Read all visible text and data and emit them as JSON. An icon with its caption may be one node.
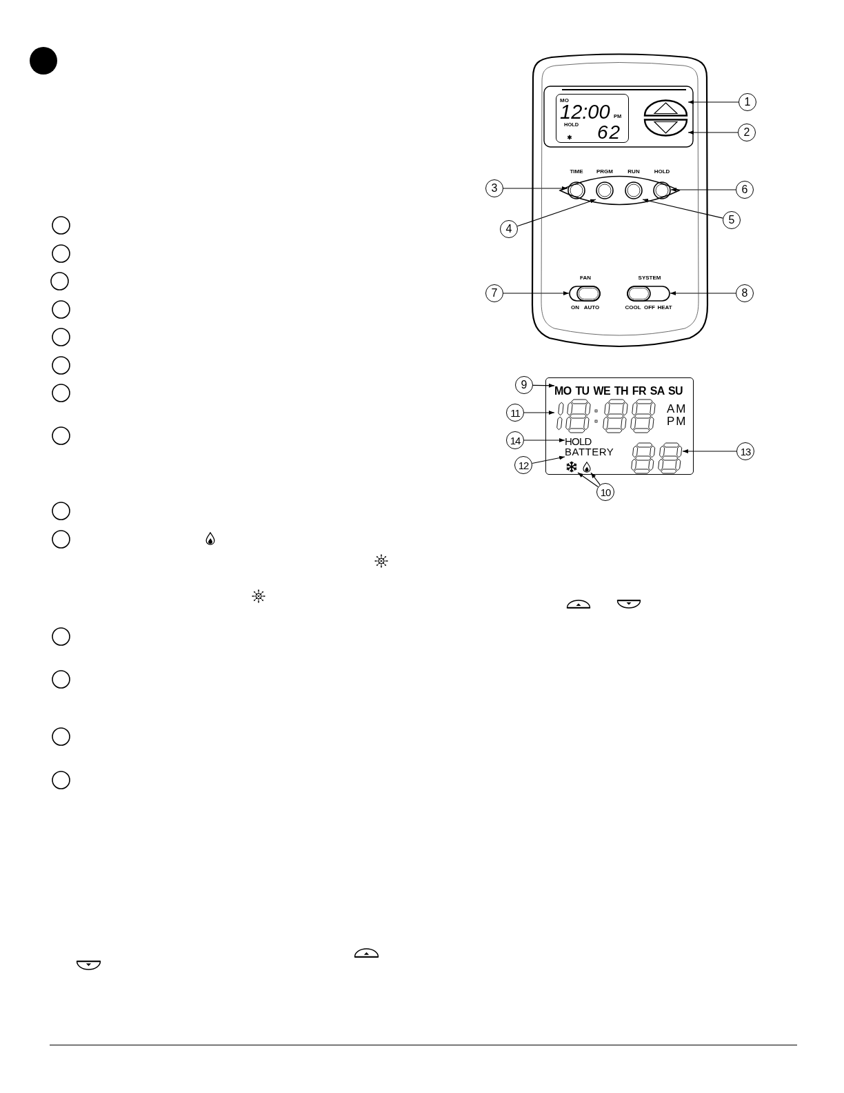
{
  "diagram": {
    "nodes": [
      {
        "text": [],
        "shape": "dot"
      },
      {
        "text": [
          "TIME",
          "PRGM",
          "RUN",
          "HOLD",
          "FAN",
          "ON",
          "AUTO",
          "SYSTEM",
          "COOL",
          "OFF",
          "HEAT"
        ]
      },
      {
        "text": [
          "MO",
          "12:00",
          "PM",
          "HOLD",
          "62"
        ],
        "in": 1
      },
      {
        "text": [],
        "shape": "button",
        "in": 1
      },
      {
        "text": [],
        "shape": "button",
        "in": 1
      },
      {
        "text": [],
        "shape": "circle",
        "in": 1
      },
      {
        "text": [],
        "shape": "circle",
        "in": 1
      },
      {
        "text": [],
        "shape": "circle",
        "in": 1
      },
      {
        "text": [],
        "shape": "circle",
        "in": 1
      },
      {
        "text": [],
        "shape": "switch",
        "in": 1
      },
      {
        "text": [],
        "shape": "switch",
        "in": 1
      },
      {
        "text": [
          "1"
        ]
      },
      {
        "text": [
          "2"
        ]
      },
      {
        "text": [
          "3"
        ]
      },
      {
        "text": [
          "4"
        ]
      },
      {
        "text": [
          "5"
        ]
      },
      {
        "text": [
          "6"
        ]
      },
      {
        "text": [
          "7"
        ]
      },
      {
        "text": [
          "8"
        ]
      },
      {
        "text": [
          "AM",
          "PM"
        ]
      },
      {
        "text": [
          "MO TU WE TH FR SA SU"
        ],
        "in": 19
      },
      {
        "text": [],
        "shape": "digits",
        "in": 19
      },
      {
        "text": [
          "HOLD"
        ],
        "in": 19
      },
      {
        "text": [
          "BATTERY"
        ],
        "in": 19
      },
      {
        "text": [],
        "shape": "digits",
        "in": 19
      },
      {
        "text": [],
        "shape": "snowflake",
        "in": 19
      },
      {
        "text": [],
        "shape": "flame",
        "in": 19
      },
      {
        "text": [
          "9"
        ]
      },
      {
        "text": [
          "10"
        ]
      },
      {
        "text": [
          "11"
        ]
      },
      {
        "text": [
          "12"
        ]
      },
      {
        "text": [
          "13"
        ]
      },
      {
        "text": [
          "14"
        ]
      },
      {
        "text": [],
        "shape": "circle"
      },
      {
        "text": [],
        "shape": "circle"
      },
      {
        "text": [],
        "shape": "circle"
      },
      {
        "text": [],
        "shape": "circle"
      },
      {
        "text": [],
        "shape": "circle"
      },
      {
        "text": [],
        "shape": "circle"
      },
      {
        "text": [],
        "shape": "circle"
      },
      {
        "text": [],
        "shape": "circle"
      },
      {
        "text": [],
        "shape": "circle"
      },
      {
        "text": [],
        "shape": "circle"
      },
      {
        "text": [],
        "shape": "circle"
      },
      {
        "text": [],
        "shape": "circle"
      },
      {
        "text": [],
        "shape": "circle"
      },
      {
        "text": [],
        "shape": "circle"
      }
    ],
    "edges": [
      {
        "from": 11,
        "to": 3,
        "arrow": "to"
      },
      {
        "from": 12,
        "to": 4,
        "arrow": "to"
      },
      {
        "from": 13,
        "to": 5,
        "arrow": "to"
      },
      {
        "from": 14,
        "to": 6,
        "arrow": "to"
      },
      {
        "from": 15,
        "to": 7,
        "arrow": "to"
      },
      {
        "from": 16,
        "to": 8,
        "arrow": "to"
      },
      {
        "from": 17,
        "to": 9,
        "arrow": "to"
      },
      {
        "from": 18,
        "to": 10,
        "arrow": "to"
      },
      {
        "from": 27,
        "to": 20,
        "arrow": "to"
      },
      {
        "from": 28,
        "to": 25,
        "arrow": "to"
      },
      {
        "from": 28,
        "to": 26,
        "arrow": "to"
      },
      {
        "from": 29,
        "to": 21,
        "arrow": "to"
      },
      {
        "from": 30,
        "to": 23,
        "arrow": "to"
      },
      {
        "from": 31,
        "to": 24,
        "arrow": "to"
      },
      {
        "from": 32,
        "to": 22,
        "arrow": "to"
      }
    ]
  }
}
